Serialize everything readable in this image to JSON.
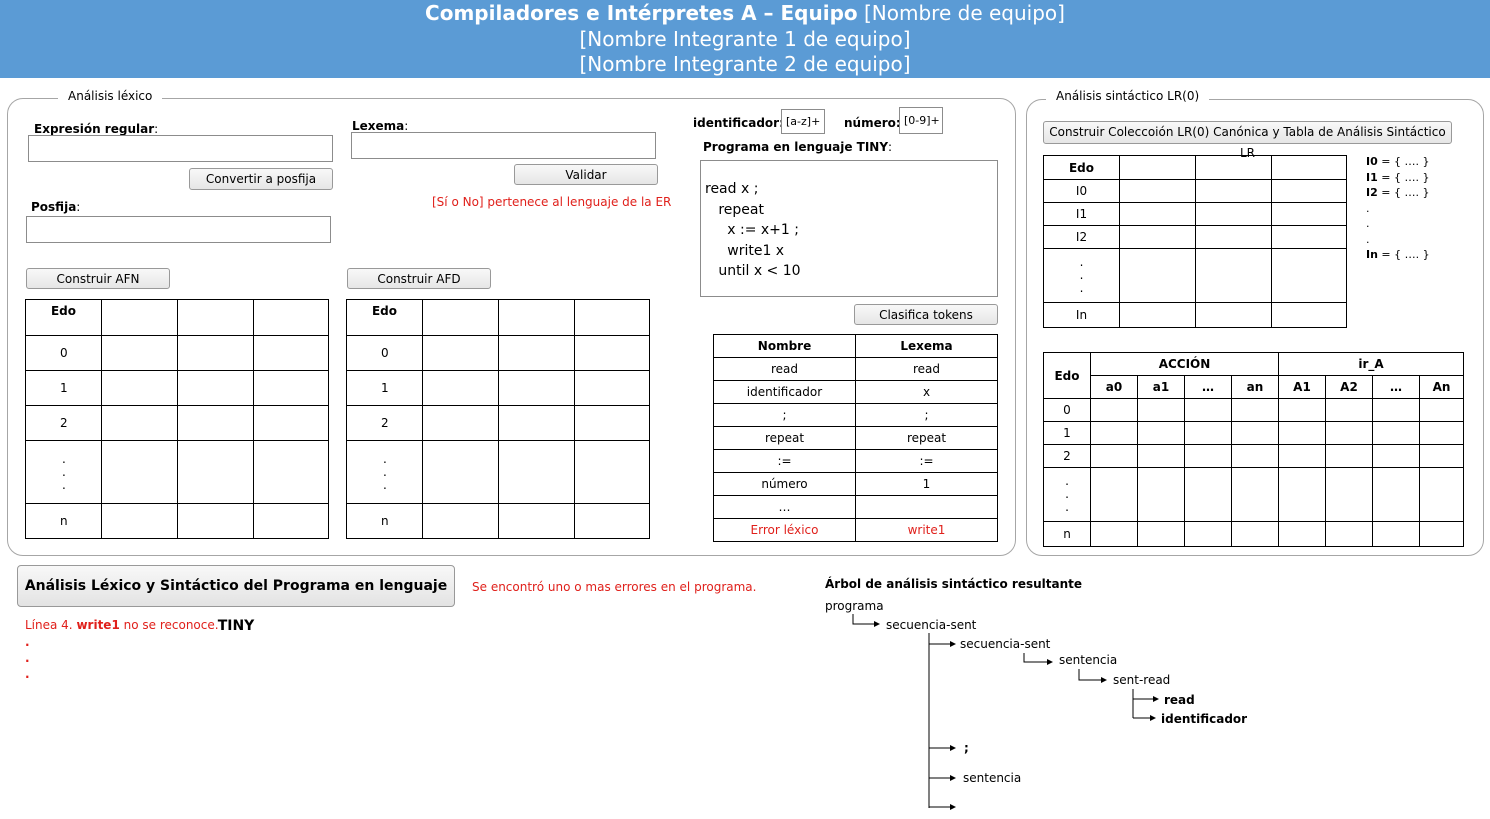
{
  "header": {
    "course": "Compiladores e Intérpretes A – Equipo",
    "team_name": "[Nombre de equipo]",
    "member1": "[Nombre Integrante 1 de equipo]",
    "member2": "[Nombre Integrante 2 de equipo]"
  },
  "lexical": {
    "legend": "Análisis léxico",
    "regex_label": "Expresión regular",
    "regex_colon": ":",
    "regex_value": "",
    "convert_button": "Convertir a posfija",
    "postfix_label": "Posfija",
    "postfix_colon": ":",
    "postfix_value": "",
    "lexeme_label": "Lexema",
    "lexeme_colon": ":",
    "lexeme_value": "",
    "validate_button": "Validar",
    "validate_result": "[Sí o No] pertenece al lenguaje de la ER",
    "build_afn_button": "Construir AFN",
    "build_afd_button": "Construir AFD",
    "afn_table": {
      "header": "Edo",
      "rows": [
        "0",
        "1",
        "2",
        ". . .",
        "n"
      ]
    },
    "afd_table": {
      "header": "Edo",
      "rows": [
        "0",
        "1",
        "2",
        ". . .",
        "n"
      ]
    },
    "identifier_label": "identificador:",
    "identifier_value": "[a-z]+",
    "number_label": "número:",
    "number_value": "[0-9]+",
    "program_label": "Programa en lenguaje TINY",
    "program_colon": ":",
    "program_code": "read x ;\n   repeat\n     x := x+1 ;\n     write1 x\n   until x < 10",
    "classify_button": "Clasifica tokens",
    "tokens": {
      "headers": [
        "Nombre",
        "Lexema"
      ],
      "rows": [
        [
          "read",
          "read"
        ],
        [
          "identificador",
          "x"
        ],
        [
          ";",
          ";"
        ],
        [
          "repeat",
          "repeat"
        ],
        [
          ":=",
          ":="
        ],
        [
          "número",
          "1"
        ],
        [
          "…",
          ""
        ]
      ],
      "error_row": [
        "Error léxico",
        "write1"
      ]
    }
  },
  "syntactic": {
    "legend": "Análisis sintáctico LR(0)",
    "build_button": "Construir Coleccoión LR(0) Canónica y Tabla de Análisis Sintáctico LR",
    "states_table": {
      "header": "Edo",
      "rows": [
        "I0",
        "I1",
        "I2",
        ". . .",
        "In"
      ]
    },
    "item_sets": [
      {
        "name": "I0",
        "rest": " = { …. }"
      },
      {
        "name": "I1",
        "rest": " = { …. }"
      },
      {
        "name": "I2",
        "rest": " = { …. }"
      }
    ],
    "item_sets_dots": [
      ".",
      ".",
      "."
    ],
    "item_set_last": {
      "name": "In",
      "rest": " = { …. }"
    },
    "lr_table": {
      "state_header": "Edo",
      "action_header": "ACCIÓN",
      "goto_header": "ir_A",
      "action_cols": [
        "a0",
        "a1",
        "…",
        "an"
      ],
      "goto_cols": [
        "A1",
        "A2",
        "…",
        "An"
      ],
      "rows": [
        "0",
        "1",
        "2",
        ". . .",
        "n"
      ]
    }
  },
  "analysis": {
    "button": "Análisis Léxico y Sintáctico del Programa en lenguaje TINY",
    "status": "Se encontró uno o mas errores en el programa.",
    "error_prefix": "Línea 4.",
    "error_token": "write1",
    "error_suffix": "no se reconoce.",
    "extra_lines": [
      ".",
      ".",
      "."
    ]
  },
  "tree": {
    "title": "Árbol de análisis sintáctico resultante",
    "root": "programa",
    "n1": "secuencia-sent",
    "n2": "secuencia-sent",
    "n3": "sentencia",
    "n4": "sent-read",
    "n5": "read",
    "n6": "identificador",
    "n7": ";",
    "n8": "sentencia"
  }
}
